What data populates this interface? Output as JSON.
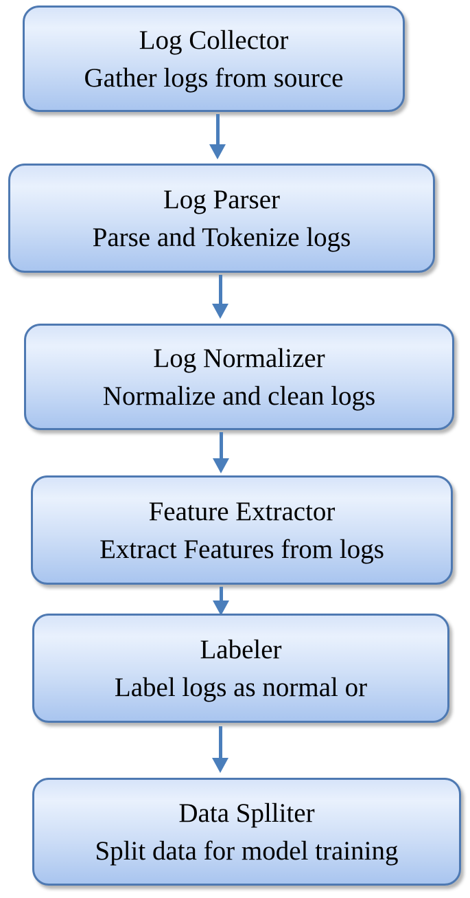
{
  "diagram": {
    "type": "flowchart",
    "direction": "top-down",
    "steps": [
      {
        "id": "log-collector",
        "title": "Log Collector",
        "subtitle": "Gather logs from source"
      },
      {
        "id": "log-parser",
        "title": "Log Parser",
        "subtitle": "Parse and Tokenize logs"
      },
      {
        "id": "log-normalizer",
        "title": "Log Normalizer",
        "subtitle": "Normalize and clean logs"
      },
      {
        "id": "feature-extractor",
        "title": "Feature Extractor",
        "subtitle": "Extract Features from logs"
      },
      {
        "id": "labeler",
        "title": "Labeler",
        "subtitle": "Label logs as normal or"
      },
      {
        "id": "data-splliter",
        "title": "Data Splliter",
        "subtitle": "Split data for model training"
      }
    ],
    "arrows": [
      {
        "from": "log-collector",
        "to": "log-parser",
        "direction": "down"
      },
      {
        "from": "log-parser",
        "to": "log-normalizer",
        "direction": "down"
      },
      {
        "from": "log-normalizer",
        "to": "feature-extractor",
        "direction": "down"
      },
      {
        "from": "feature-extractor",
        "to": "labeler",
        "direction": "down"
      },
      {
        "from": "labeler",
        "to": "data-splliter",
        "direction": "down"
      }
    ],
    "colors": {
      "node_border": "#4e79b2",
      "node_fill_top": "#d7e4f9",
      "node_fill_light": "#e9f1fd",
      "node_fill_mid": "#cfdff7",
      "node_fill_bottom": "#a9c5ef",
      "arrow": "#4a7ebb",
      "text": "#000000",
      "background": "#ffffff"
    }
  }
}
